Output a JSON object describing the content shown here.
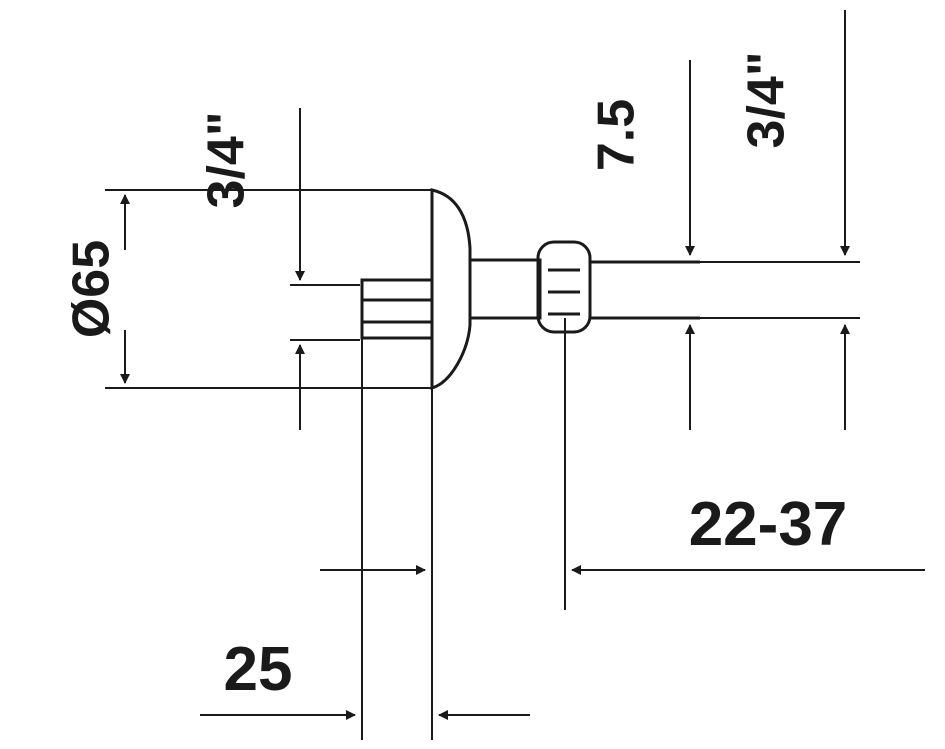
{
  "dimensions": {
    "diameter": "Ø65",
    "left_thread": "3/4\"",
    "right_thread": "3/4\"",
    "pin_offset": "7.5",
    "projection_range": "22-37",
    "rosette_depth": "25"
  },
  "colors": {
    "line": "#1a1a1a",
    "background": "#ffffff"
  }
}
